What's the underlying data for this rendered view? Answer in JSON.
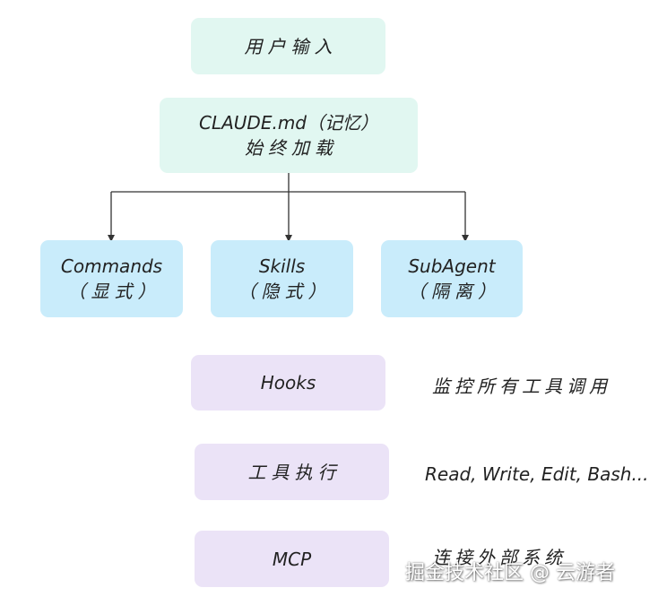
{
  "nodes": {
    "user_input": {
      "label": "用户输入"
    },
    "claude_md": {
      "line1": "CLAUDE.md（记忆）",
      "line2": "始终加载"
    },
    "commands": {
      "line1": "Commands",
      "line2": "（显式）"
    },
    "skills": {
      "line1": "Skills",
      "line2": "（隐式）"
    },
    "subagent": {
      "line1": "SubAgent",
      "line2": "（隔离）"
    },
    "hooks": {
      "label": "Hooks"
    },
    "tool_exec": {
      "label": "工具执行"
    },
    "mcp": {
      "label": "MCP"
    }
  },
  "annotations": {
    "hooks": "监控所有工具调用",
    "tool_exec": "Read, Write, Edit, Bash...",
    "mcp": "连接外部系统"
  },
  "edges": [
    {
      "from": "claude_md",
      "to": "commands"
    },
    {
      "from": "claude_md",
      "to": "skills"
    },
    {
      "from": "claude_md",
      "to": "subagent"
    }
  ],
  "watermark": "掘金技术社区 @ 云游者",
  "colors": {
    "mint": "#e1f7f1",
    "blue": "#c9ecfb",
    "lavender": "#ebe3f7",
    "line": "#333333"
  }
}
